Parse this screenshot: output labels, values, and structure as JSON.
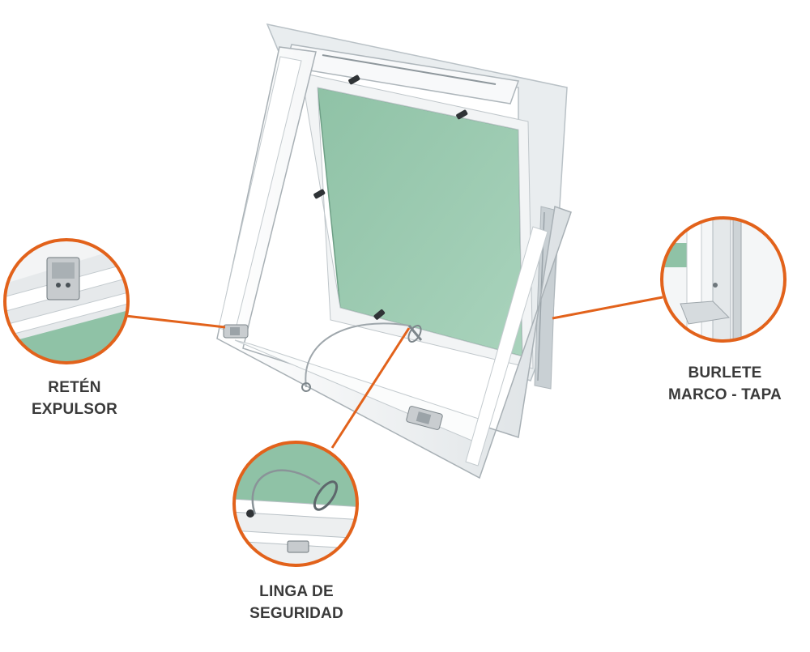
{
  "callouts": [
    {
      "id": "reten",
      "lines": [
        "RETÉN",
        "EXPULSOR"
      ]
    },
    {
      "id": "linga",
      "lines": [
        "LINGA DE",
        "SEGURIDAD"
      ]
    },
    {
      "id": "burlete",
      "lines": [
        "BURLETE",
        "MARCO - TAPA"
      ]
    }
  ],
  "colors": {
    "accent": "#E2621B",
    "panel_green": "#8FC2A6",
    "frame_white": "#F4F6F7",
    "label_text": "#3A3A3A"
  }
}
